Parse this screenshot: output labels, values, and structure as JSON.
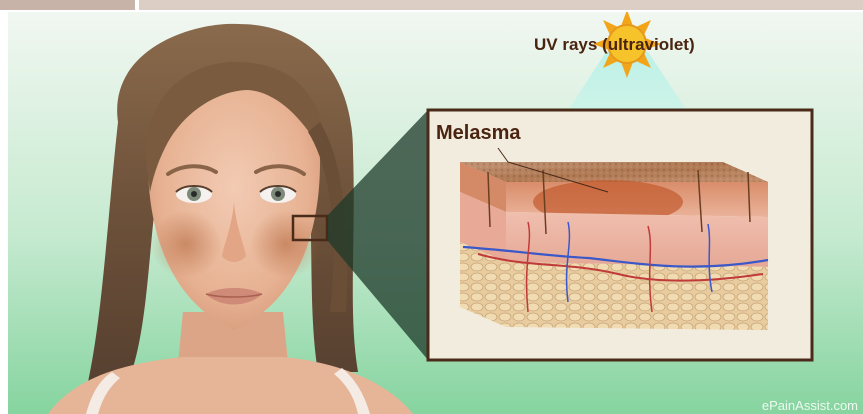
{
  "illustration": {
    "uv_label": "UV rays (ultraviolet)",
    "melasma_label": "Melasma",
    "watermark": "ePainAssist.com",
    "colors": {
      "background_top": "#eef6ee",
      "background_bottom": "#8fd8a6",
      "frame": "#4a2a18",
      "label_text": "#4a2410",
      "sun": "#f3b51a",
      "uv_beam": "#c8f4ea",
      "skin": "#e9b69a",
      "pigment": "#b06a3a"
    },
    "icons": [
      "sun-icon",
      "woman-face-illustration",
      "skin-cross-section"
    ]
  }
}
